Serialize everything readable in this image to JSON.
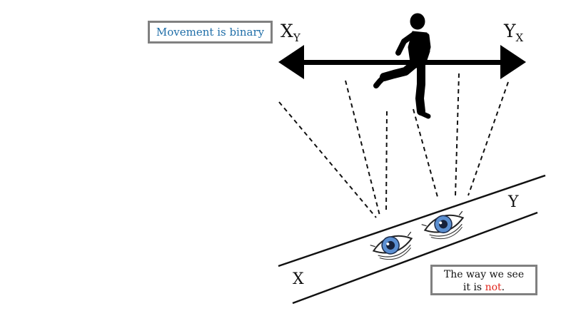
{
  "top_label": "Movement is binary",
  "arrow_left": {
    "main": "X",
    "sub": "Y"
  },
  "arrow_right": {
    "main": "Y",
    "sub": "X"
  },
  "band_label_left": "X",
  "band_label_right": "Y",
  "bottom_label": {
    "line1": "The way we see",
    "line2_prefix": "it is ",
    "line2_emphasis": "not",
    "line2_suffix": "."
  },
  "colors": {
    "label_blue": "#1f6ea8",
    "emphasis_red": "#e0241b",
    "box_border": "#808080",
    "iris": "#5b8fd1"
  }
}
